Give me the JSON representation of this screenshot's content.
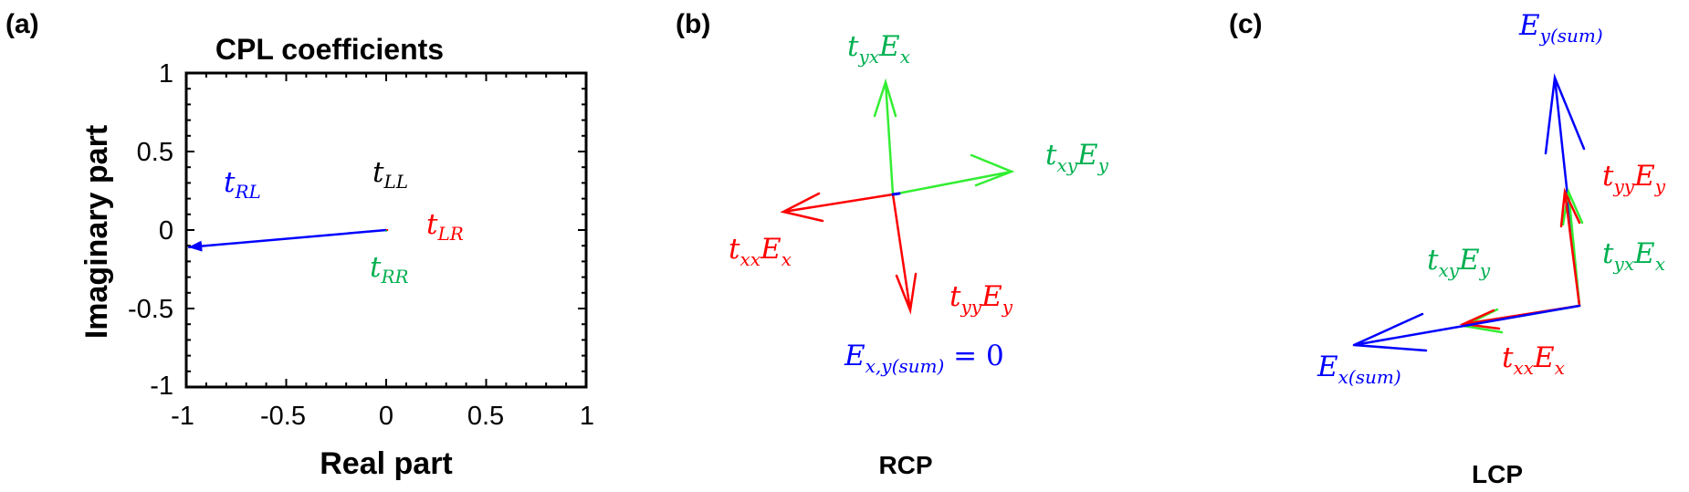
{
  "colors": {
    "blue": "#0000ff",
    "red": "#ff0000",
    "green": "#00b050",
    "bright_green": "#33ee33",
    "black": "#000000"
  },
  "panels": {
    "a": {
      "label": "(a)",
      "chart_data": {
        "type": "scatter",
        "title": "CPL coefficients",
        "xlabel": "Real part",
        "ylabel": "Imaginary part",
        "xlim": [
          -1,
          1
        ],
        "ylim": [
          -1,
          1
        ],
        "xticks": [
          "-1",
          "-0.5",
          "0",
          "0.5",
          "1"
        ],
        "yticks": [
          "1",
          "0.5",
          "0",
          "-0.5",
          "-1"
        ],
        "grid": false,
        "series": [
          {
            "name_main": "t",
            "name_sub": "RL",
            "color": "blue",
            "x": -0.99,
            "y": -0.11
          },
          {
            "name_main": "t",
            "name_sub": "LL",
            "color": "black",
            "x": 0.0,
            "y": 0.0
          },
          {
            "name_main": "t",
            "name_sub": "LR",
            "color": "red",
            "x": 0.01,
            "y": 0.0
          },
          {
            "name_main": "t",
            "name_sub": "RR",
            "color": "green",
            "x": 0.0,
            "y": -0.01
          }
        ]
      }
    },
    "b": {
      "label": "(b)",
      "caption": "RCP",
      "labels": {
        "tyx": {
          "t": "t",
          "ts": "yx",
          "e": "E",
          "es": "x"
        },
        "txy": {
          "t": "t",
          "ts": "xy",
          "e": "E",
          "es": "y"
        },
        "txx": {
          "t": "t",
          "ts": "xx",
          "e": "E",
          "es": "x"
        },
        "tyy": {
          "t": "t",
          "ts": "yy",
          "e": "E",
          "es": "y"
        },
        "sum": {
          "e": "E",
          "es": "x,y(sum)",
          "rest": " = 0"
        }
      }
    },
    "c": {
      "label": "(c)",
      "caption": "LCP",
      "labels": {
        "ey": {
          "e": "E",
          "es": "y(sum)"
        },
        "tyy": {
          "t": "t",
          "ts": "yy",
          "e": "E",
          "es": "y"
        },
        "tyx": {
          "t": "t",
          "ts": "yx",
          "e": "E",
          "es": "x"
        },
        "txy": {
          "t": "t",
          "ts": "xy",
          "e": "E",
          "es": "y"
        },
        "txx": {
          "t": "t",
          "ts": "xx",
          "e": "E",
          "es": "x"
        },
        "ex": {
          "e": "E",
          "es": "x(sum)"
        }
      }
    }
  }
}
